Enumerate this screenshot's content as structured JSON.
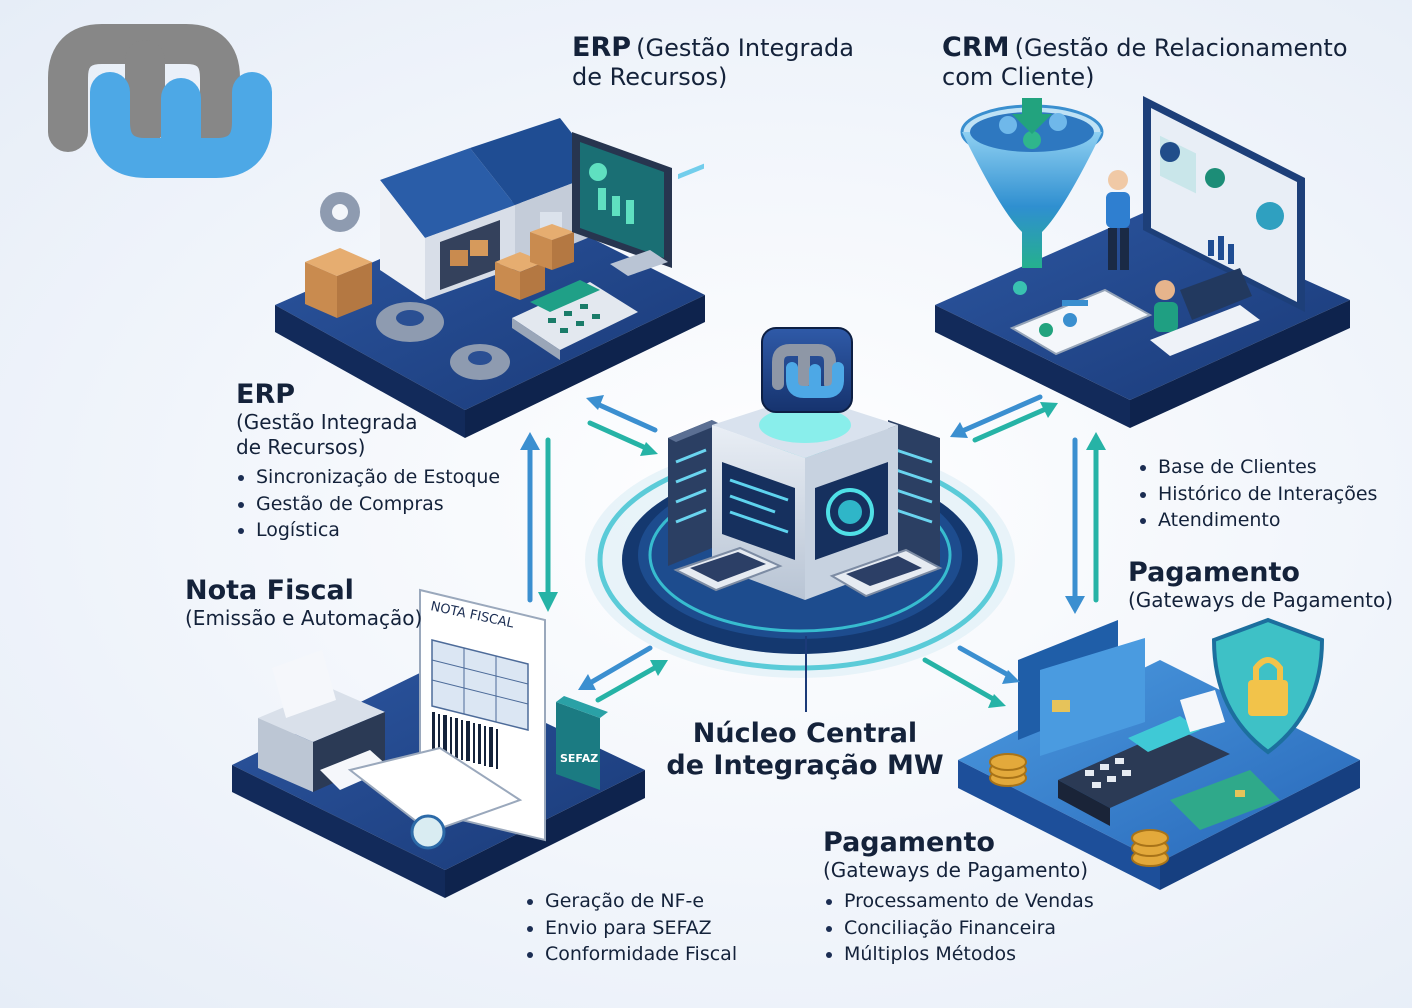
{
  "logo": {
    "brand_letters": "mw",
    "colors": {
      "gray": "#878787",
      "blue": "#4da8e6"
    }
  },
  "erp_top": {
    "title": "ERP",
    "subtitle_line1": "(Gestão Integrada",
    "subtitle_line2": "de Recursos)"
  },
  "crm_top": {
    "title": "CRM",
    "subtitle_line1": "(Gestão de Relacionamento",
    "subtitle_line2": "com Cliente)",
    "bullets": [
      "Base de Clientes",
      "Histórico de Interações",
      "Atendimento"
    ]
  },
  "erp_side": {
    "title": "ERP",
    "subtitle_line1": "(Gestão Integrada",
    "subtitle_line2": "de Recursos)",
    "bullets": [
      "Sincronização de Estoque",
      "Gestão de Compras",
      "Logística"
    ]
  },
  "nota_fiscal": {
    "title": "Nota Fiscal",
    "subtitle": "(Emissão e Automação)",
    "document_label": "NOTA FISCAL",
    "tag_label": "SEFAZ",
    "bullets": [
      "Geração de NF-e",
      "Envio para SEFAZ",
      "Conformidade Fiscal"
    ]
  },
  "pagamento_side": {
    "title": "Pagamento",
    "subtitle": "(Gateways de Pagamento)"
  },
  "pagamento_bottom": {
    "title": "Pagamento",
    "subtitle": "(Gateways de Pagamento)",
    "bullets": [
      "Processamento de Vendas",
      "Conciliação Financeira",
      "Múltiplos Métodos"
    ]
  },
  "center": {
    "line1": "Núcleo Central",
    "line2": "de Integração MW",
    "badge_letters": "mw"
  },
  "colors": {
    "navy": "#1b3a78",
    "navy_dark": "#0f2552",
    "tile_top": "#2a4f93",
    "teal": "#20b7b0",
    "arrow_blue": "#3b8fd0",
    "arrow_teal": "#26b3a6",
    "text": "#14223a"
  }
}
